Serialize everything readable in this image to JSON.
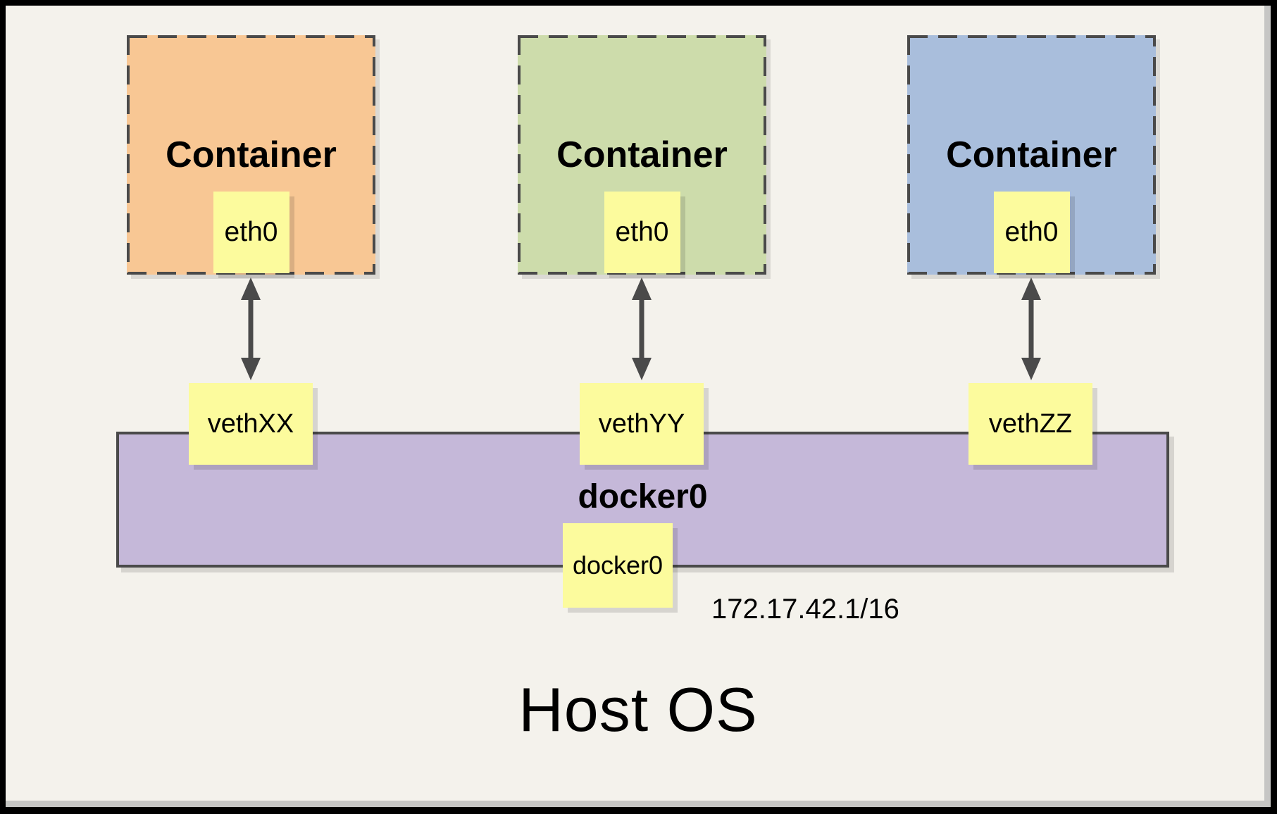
{
  "colors": {
    "background": "#F4F2EC",
    "frame": "#000000",
    "container_orange": "#F8C794",
    "container_green": "#CDDCAB",
    "container_blue": "#A9BEDC",
    "node_yellow": "#FCFB9D",
    "bridge_purple": "#C5B8D9",
    "line_gray": "#4A4A4A"
  },
  "containers": [
    {
      "title": "Container",
      "interface": "eth0",
      "veth": "vethXX"
    },
    {
      "title": "Container",
      "interface": "eth0",
      "veth": "vethYY"
    },
    {
      "title": "Container",
      "interface": "eth0",
      "veth": "vethZZ"
    }
  ],
  "bridge": {
    "label": "docker0",
    "interface": "docker0",
    "ip": "172.17.42.1/16"
  },
  "host": {
    "label": "Host OS"
  }
}
